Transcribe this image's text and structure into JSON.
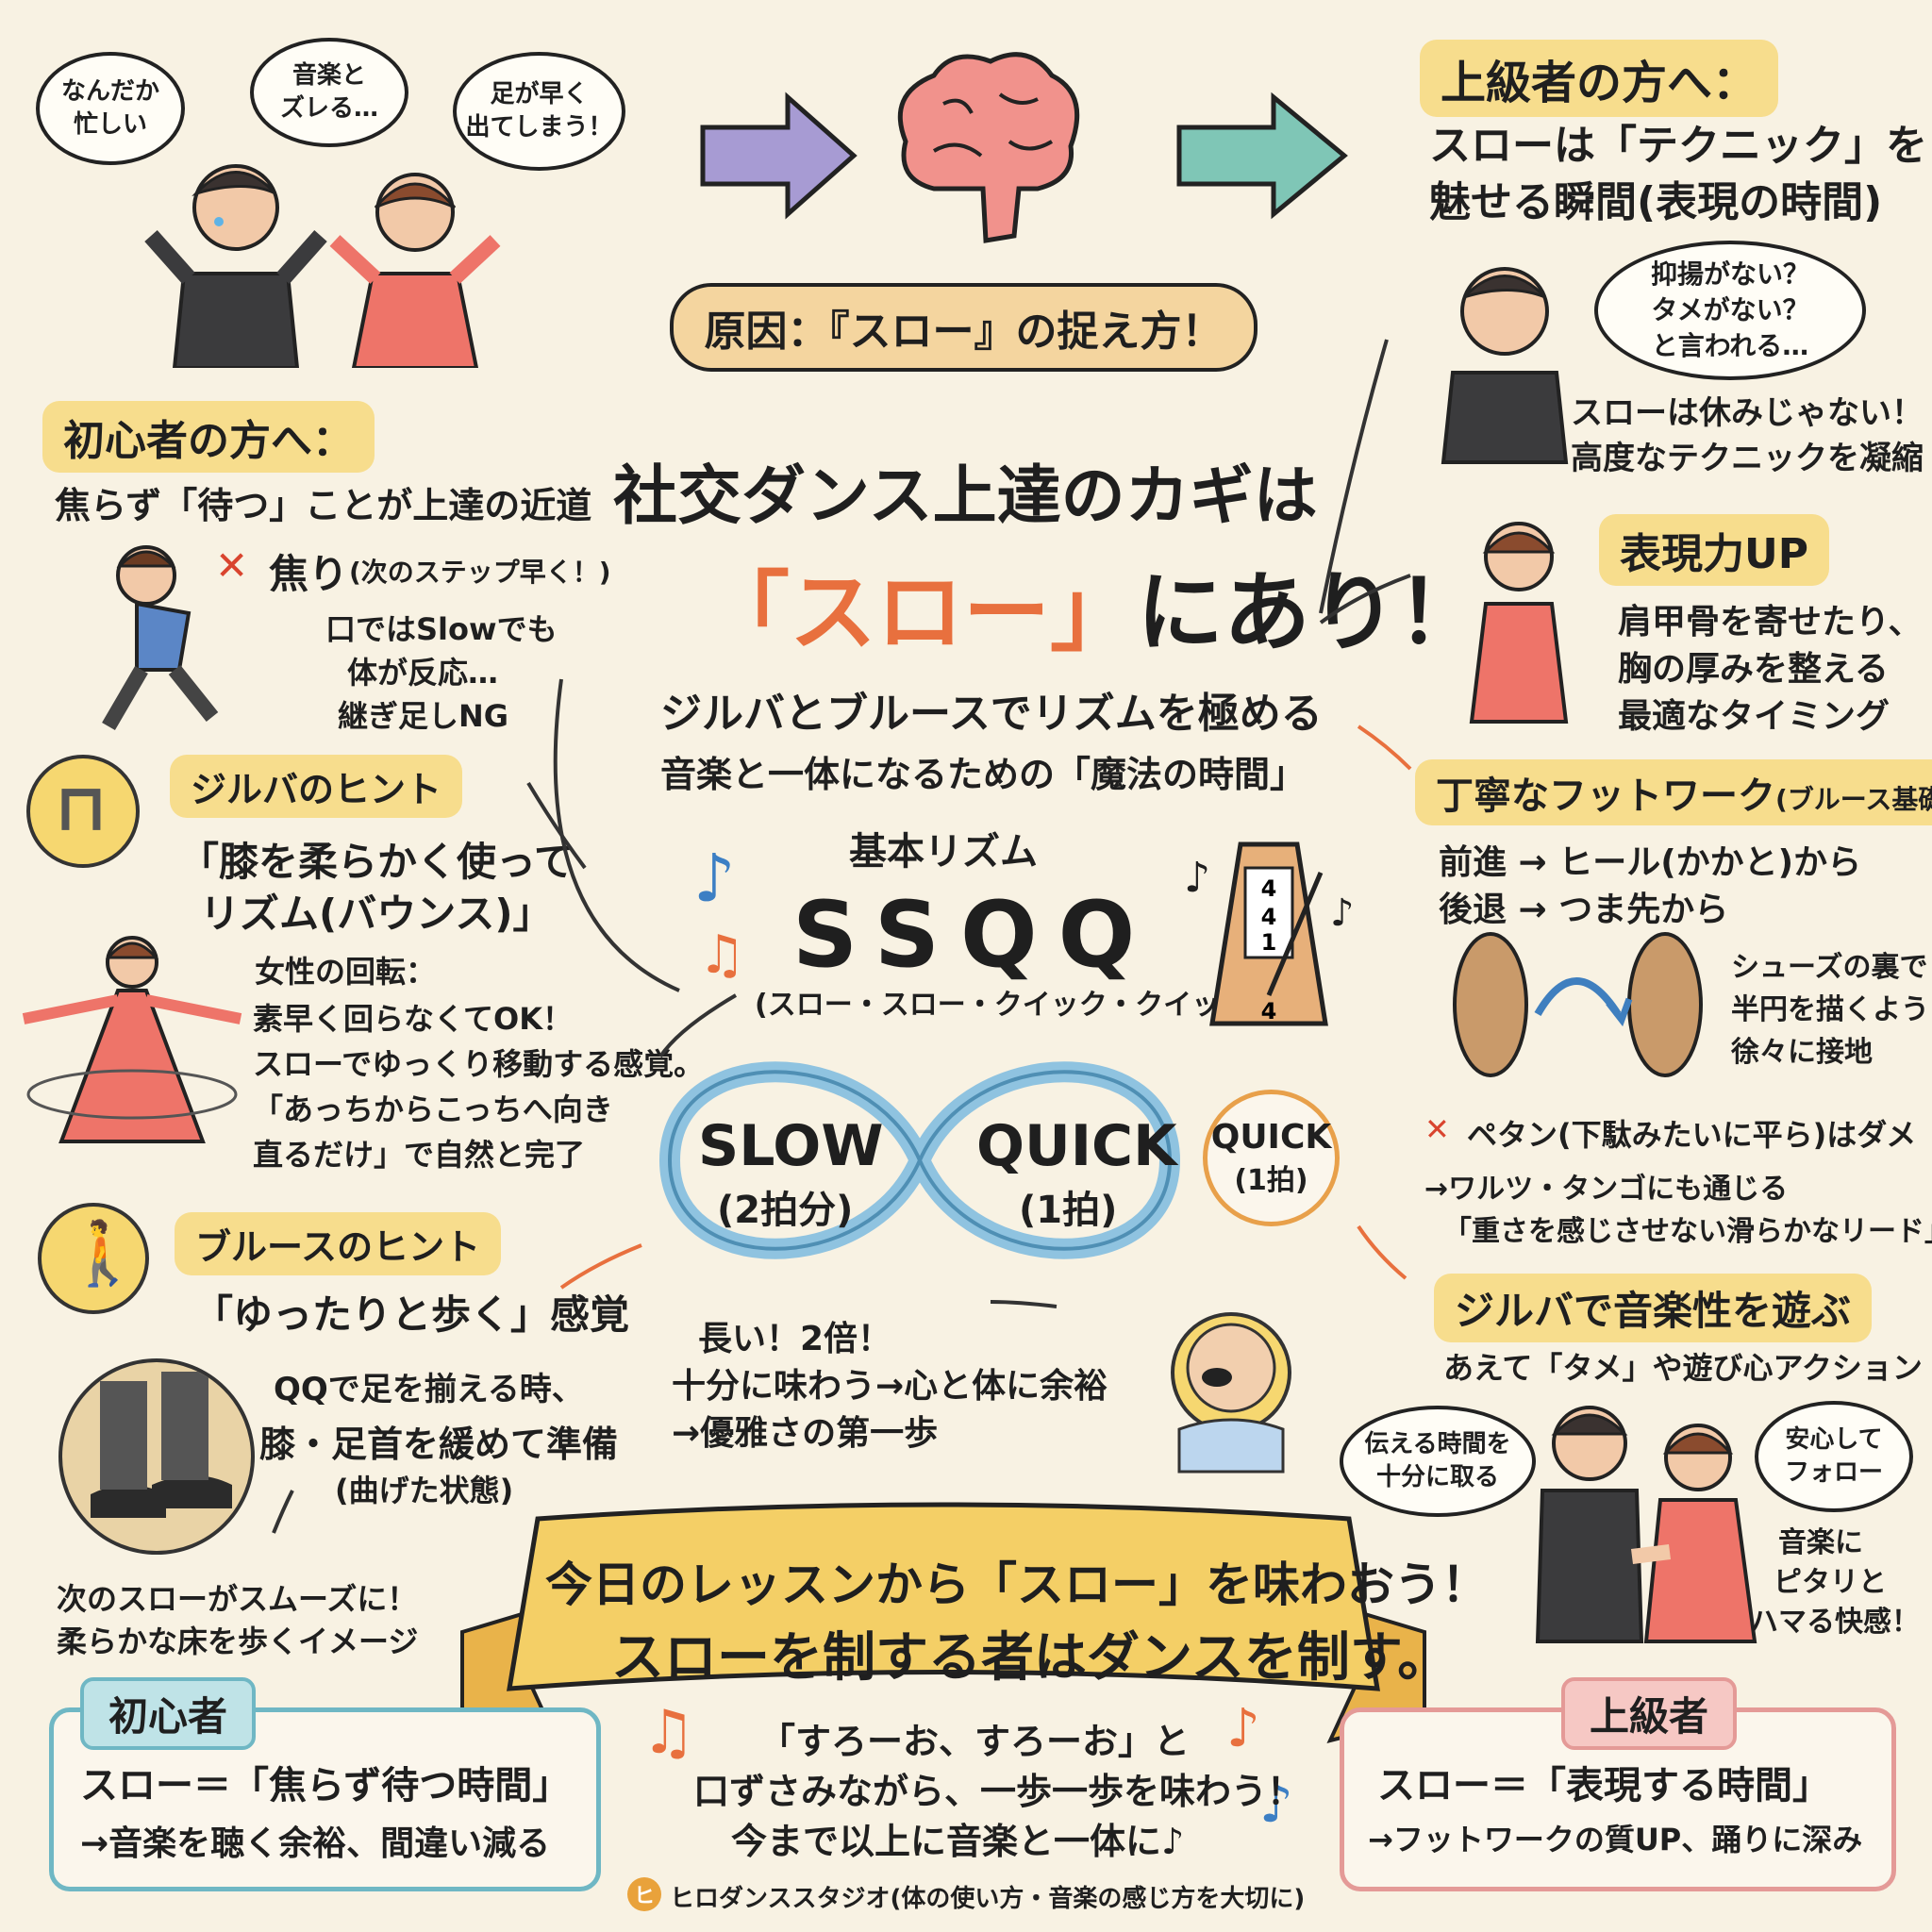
{
  "header": {
    "bubble_busy": [
      "なんだか",
      "忙しい"
    ],
    "bubble_offbeat": [
      "音楽と",
      "ズレる…"
    ],
    "bubble_fast": [
      "足が早く",
      "出てしまう！"
    ],
    "cause": "原因：『スロー』の捉え方！"
  },
  "title": {
    "line1": "社交ダンス上達のカギは",
    "line2_quote": "「スロー」",
    "line2_rest": "にあり！",
    "sub1": "ジルバとブルースでリズムを極める",
    "sub2": "音楽と一体になるための「魔法の時間」"
  },
  "beginner": {
    "heading": "初心者の方へ：",
    "lead": "焦らず「待つ」ことが上達の近道",
    "ng_label": "焦り",
    "ng_note": "(次のステップ早く！)",
    "ng_detail": [
      "口ではSlowでも",
      "体が反応…",
      "継ぎ足しNG"
    ],
    "jive_tag": "ジルバのヒント",
    "jive_text": [
      "「膝を柔らかく使って",
      "リズム(バウンス)」"
    ],
    "turn_text": [
      "女性の回転：",
      "素早く回らなくてOK！",
      "スローでゆっくり移動する感覚。",
      "「あっちからこっちへ向き",
      "直るだけ」で自然と完了"
    ],
    "blues_tag": "ブルースのヒント",
    "blues_text": "「ゆったりと歩く」感覚",
    "qq_text": [
      "QQで足を揃える時、",
      "膝・足首を緩めて準備",
      "(曲げた状態)"
    ],
    "next_text": [
      "次のスローがスムーズに！",
      "柔らかな床を歩くイメージ"
    ]
  },
  "rhythm": {
    "label": "基本リズム",
    "code": "SSQQ",
    "reading": "(スロー・スロー・クイック・クイック)",
    "metronome": [
      "4",
      "4",
      "1",
      "4"
    ],
    "slow_label": "SLOW",
    "slow_beats": "(2拍分)",
    "quick_label": "QUICK",
    "quick_beats": "(1拍)",
    "quick2_label": "QUICK",
    "quick2_beats": "(1拍)",
    "notes": [
      "長い！2倍！",
      "十分に味わう→心と体に余裕",
      "→優雅さの第一歩"
    ]
  },
  "advanced": {
    "heading": "上級者の方へ：",
    "lead": [
      "スローは「テクニック」を",
      "魅せる瞬間(表現の時間)"
    ],
    "worry": [
      "抑揚がない？",
      "タメがない？",
      "と言われる…"
    ],
    "worry_answer": [
      "スローは休みじゃない！",
      "高度なテクニックを凝縮"
    ],
    "expr_tag": "表現力UP",
    "expr_text": [
      "肩甲骨を寄せたり、",
      "胸の厚みを整える",
      "最適なタイミング"
    ],
    "foot_tag": "丁寧なフットワーク",
    "foot_tag_note": "(ブルース基礎)",
    "foot_forward": "前進 → ヒール(かかと)から",
    "foot_back": "後退 → つま先から",
    "shoe_text": [
      "シューズの裏で",
      "半円を描くように",
      "徐々に接地"
    ],
    "ng_text": "ペタン(下駄みたいに平ら)はダメ",
    "also": [
      "→ワルツ・タンゴにも通じる",
      "「重さを感じさせない滑らかなリード」"
    ],
    "jive_tag": "ジルバで音楽性を遊ぶ",
    "jive_text": "あえて「タメ」や遊び心アクション",
    "lead_bubble": [
      "伝える時間を",
      "十分に取る"
    ],
    "follow_bubble": [
      "安心して",
      "フォロー"
    ],
    "fit_text": [
      "音楽に",
      "ピタリと",
      "ハマる快感！"
    ]
  },
  "banner": {
    "line1": "今日のレッスンから「スロー」を味わおう！",
    "line2": "スローを制する者はダンスを制す。"
  },
  "footer": {
    "beginner_tag": "初心者",
    "beginner_line1": "スロー＝「焦らず待つ時間」",
    "beginner_line2": "→音楽を聴く余裕、間違い減る",
    "center": [
      "「すろーお、すろーお」と",
      "口ずさみながら、一歩一歩を味わう！",
      "今まで以上に音楽と一体に♪"
    ],
    "advanced_tag": "上級者",
    "advanced_line1": "スロー＝「表現する時間」",
    "advanced_line2": "→フットワークの質UP、踊りに深み",
    "studio": "ヒロダンススタジオ(体の使い方・音楽の感じ方を大切に)"
  },
  "colors": {
    "background": "#f8f2e3",
    "tag_yellow": "#f7dd8d",
    "accent_orange": "#e8703e",
    "infinity_blue": "#8fc3e0",
    "beginner_frame": "#6fb7c4",
    "advanced_frame": "#e49a97",
    "arrow_purple": "#a79bd3",
    "arrow_teal": "#7fc6b6",
    "ng_red": "#d9442e"
  }
}
